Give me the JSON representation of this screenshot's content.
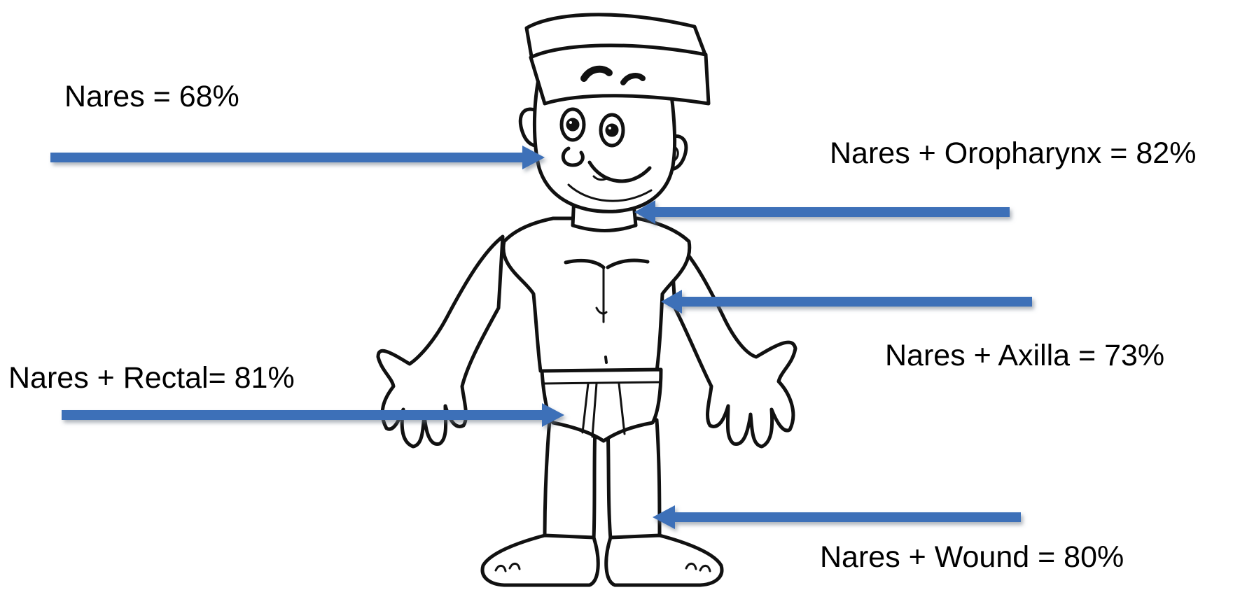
{
  "colors": {
    "arrow": "#3c6fb8",
    "arrow_shadow": "#9aa6b4",
    "outline": "#111111",
    "background": "#ffffff"
  },
  "figure": {
    "icon": "cartoon-boy-outline-icon"
  },
  "labels": {
    "nares": "Nares = 68%",
    "nares_oropharynx": "Nares + Oropharynx = 82%",
    "nares_axilla": "Nares + Axilla = 73%",
    "nares_rectal": "Nares + Rectal= 81%",
    "nares_wound": "Nares + Wound = 80%"
  }
}
